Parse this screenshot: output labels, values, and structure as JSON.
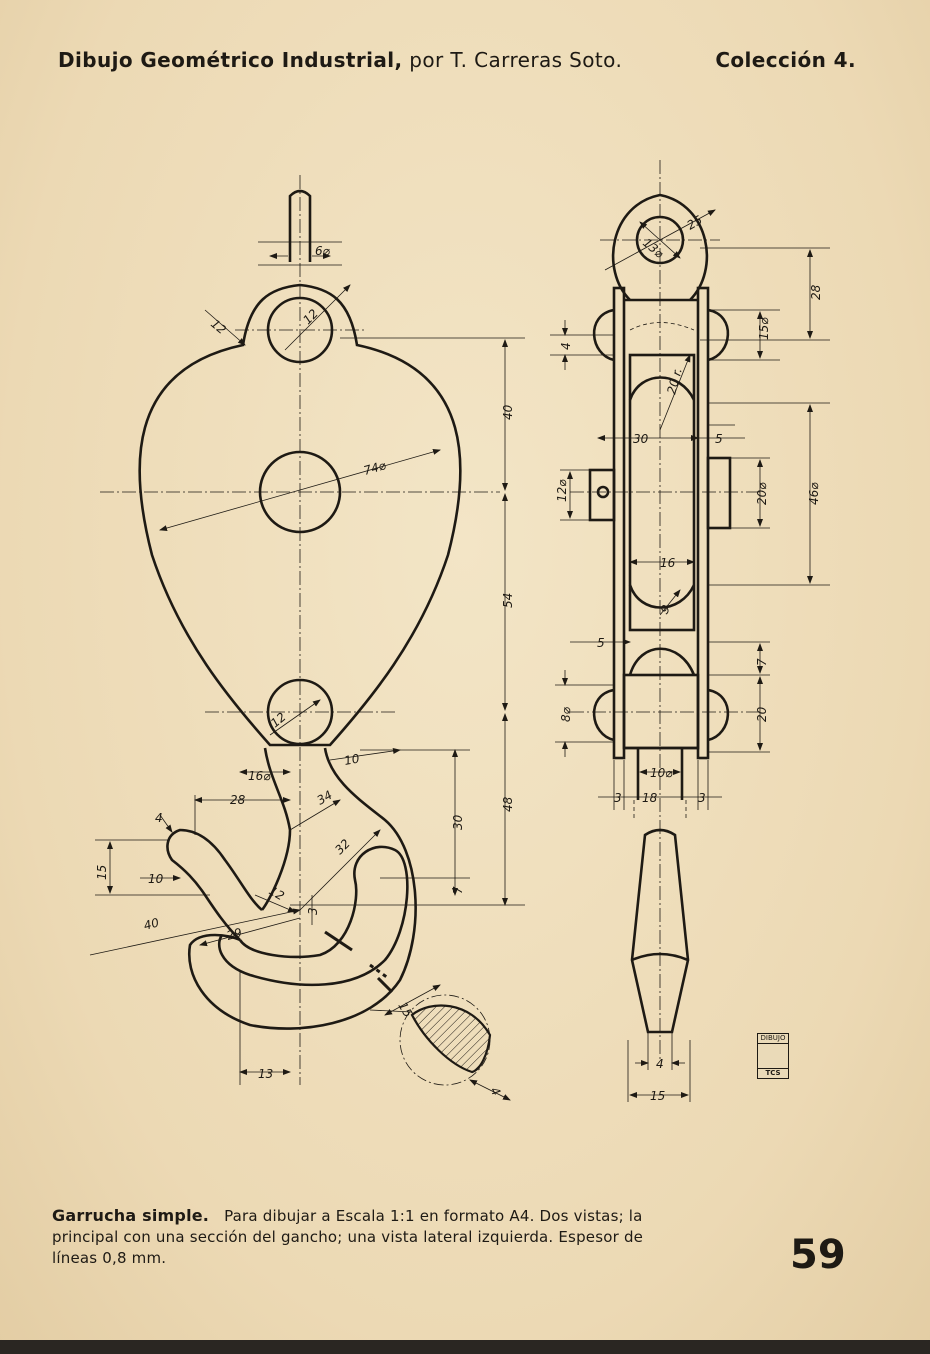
{
  "header": {
    "title": "Dibujo Geométrico Industrial,",
    "author": "por T. Carreras Soto.",
    "collection": "Colección 4."
  },
  "front_view": {
    "dims": {
      "d6": "6⌀",
      "d12_top": "12",
      "r12_left": "12",
      "d74": "74⌀",
      "v40": "40",
      "v54": "54",
      "v48": "48",
      "d12_bottom": "12",
      "d16": "16⌀",
      "h28": "28",
      "d34": "34",
      "d10": "10",
      "d32": "32",
      "v30": "30",
      "v7": "7",
      "v4": "4",
      "v15": "15",
      "h10": "10",
      "r40": "40",
      "r12_inner": "12",
      "v3": "3",
      "r29": "29",
      "h13": "13",
      "s15": "15",
      "s4": "4"
    }
  },
  "side_view": {
    "dims": {
      "d13": "13⌀",
      "r25": "25",
      "v28": "28",
      "v4": "4",
      "d15": "15⌀",
      "r20": "20 r.",
      "h30": "30",
      "h5_top": "5",
      "d12": "12⌀",
      "d20_top": "20⌀",
      "d46": "46⌀",
      "h16": "16",
      "r9": "9",
      "h5_mid": "5",
      "v7": "7",
      "d8": "8⌀",
      "v20": "20",
      "d10": "10⌀",
      "h3_left": "3",
      "h18": "18",
      "h3_right": "3",
      "h4": "4",
      "h15": "15"
    }
  },
  "logo": {
    "top": "DIBUJO",
    "bottom": "TCS"
  },
  "caption": {
    "title": "Garrucha simple.",
    "text": "Para dibujar a Escala 1:1 en formato A4. Dos vistas; la principal con una sección del gancho; una vista lateral izquierda. Espesor de líneas 0,8 mm."
  },
  "page_number": "59"
}
